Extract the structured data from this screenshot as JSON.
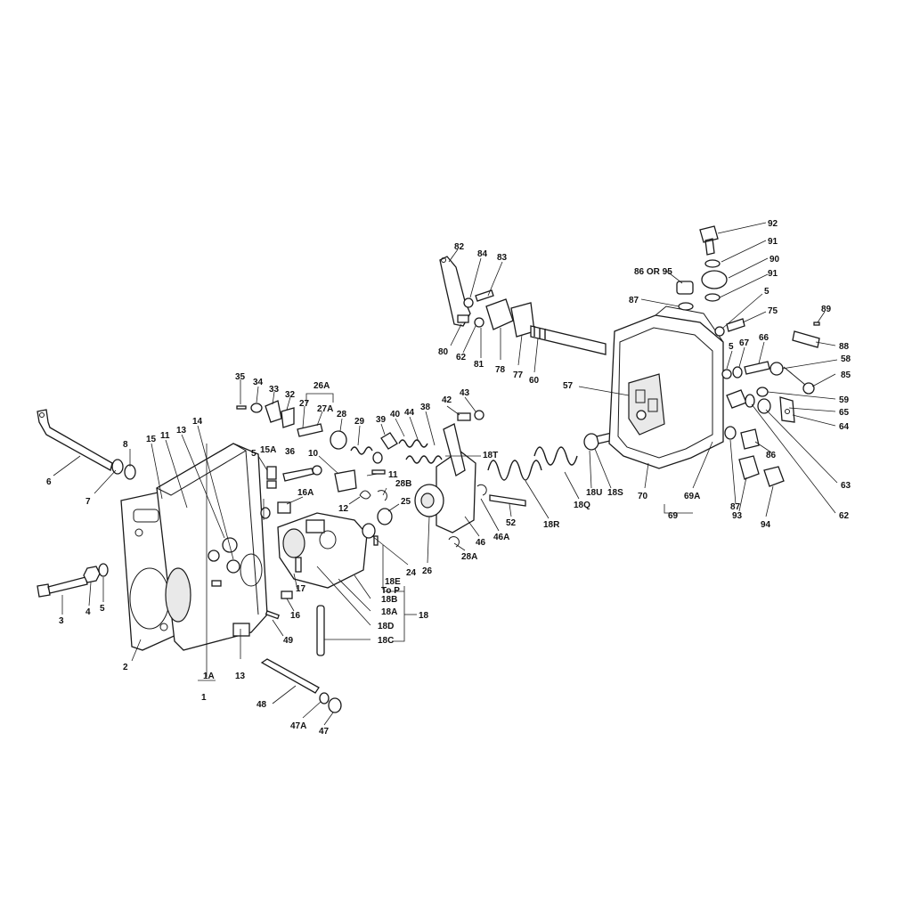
{
  "labels": {
    "l1": "1",
    "l1A": "1A",
    "l2": "2",
    "l3": "3",
    "l4": "4",
    "l5a": "5",
    "l6": "6",
    "l7": "7",
    "l8": "8",
    "l11a": "11",
    "l13a": "13",
    "l13b": "13",
    "l14": "14",
    "l15": "15",
    "l5b": "5",
    "l15A": "15A",
    "l16": "16",
    "l16A": "16A",
    "l17": "17",
    "l49": "49",
    "l36": "36",
    "l10": "10",
    "l11b": "11",
    "l12": "12",
    "l28B": "28B",
    "l25": "25",
    "l24": "24",
    "l35": "35",
    "l34": "34",
    "l33": "33",
    "l32": "32",
    "l26A": "26A",
    "l27": "27",
    "l27A": "27A",
    "l28": "28",
    "l29": "29",
    "l39": "39",
    "l40": "40",
    "l44": "44",
    "l38": "38",
    "l42": "42",
    "l43": "43",
    "l18T": "18T",
    "l18E": "18E",
    "lToP": "To P",
    "l18B": "18B",
    "l18A": "18A",
    "l18": "18",
    "l18D": "18D",
    "l18C": "18C",
    "l48": "48",
    "l47A": "47A",
    "l47": "47",
    "l26": "26",
    "l28A": "28A",
    "l46": "46",
    "l46A": "46A",
    "l52": "52",
    "l18R": "18R",
    "l18Q": "18Q",
    "l18U": "18U",
    "l18S": "18S",
    "l82": "82",
    "l84": "84",
    "l83": "83",
    "l80": "80",
    "l62a": "62",
    "l81": "81",
    "l78": "78",
    "l77": "77",
    "l60": "60",
    "l57": "57",
    "l70": "70",
    "l69": "69",
    "l69A": "69A",
    "l92": "92",
    "l91a": "91",
    "l90": "90",
    "l91b": "91",
    "l86or95": "86 OR 95",
    "l87a": "87",
    "l5c": "5",
    "l75": "75",
    "l89": "89",
    "l88": "88",
    "l5d": "5",
    "l67": "67",
    "l66": "66",
    "l58": "58",
    "l85": "85",
    "l59": "59",
    "l65": "65",
    "l64": "64",
    "l86b": "86",
    "l87b": "87",
    "l93": "93",
    "l94": "94",
    "l63": "63",
    "l62b": "62"
  }
}
